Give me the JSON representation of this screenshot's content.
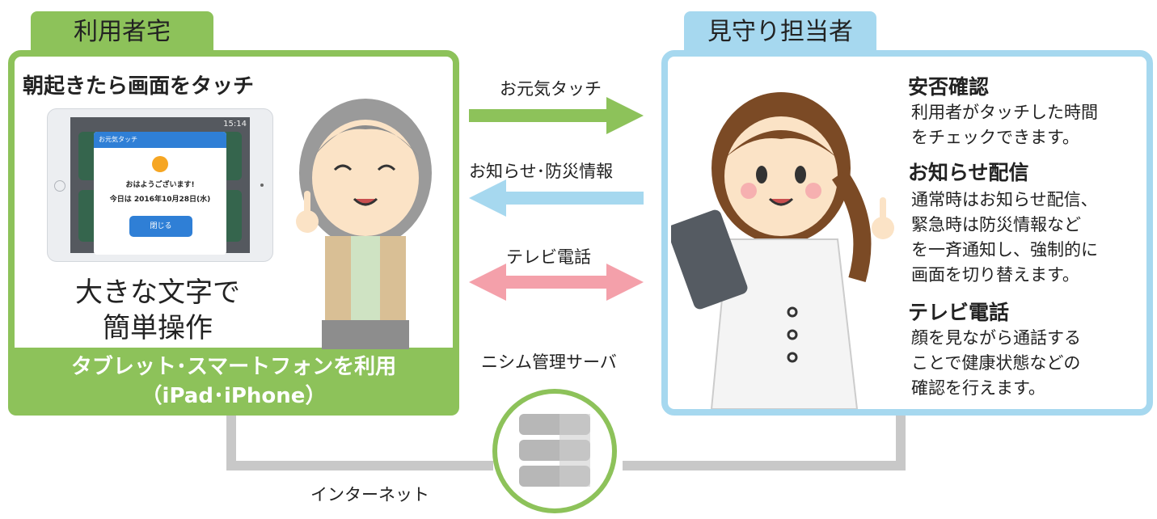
{
  "left_panel": {
    "tab_label": "利用者宅",
    "heading": "朝起きたら画面をタッチ",
    "tablet": {
      "dialog_title": "お元気タッチ",
      "greeting": "おはようございます!",
      "date_text": "今日は 2016年10月28日(水)",
      "close_button": "閉じる",
      "clock": "15:14"
    },
    "big_text_line1": "大きな文字で",
    "big_text_line2": "簡単操作",
    "footer_line1": "タブレット･スマートフォンを利用",
    "footer_line2": "（iPad･iPhone）"
  },
  "right_panel": {
    "tab_label": "見守り担当者",
    "features": [
      {
        "title": "安否確認",
        "lines": [
          "利用者がタッチした時間",
          "をチェックできます。"
        ]
      },
      {
        "title": "お知らせ配信",
        "lines": [
          "通常時はお知らせ配信、",
          "緊急時は防災情報など",
          "を一斉通知し、強制的に",
          "画面を切り替えます。"
        ]
      },
      {
        "title": "テレビ電話",
        "lines": [
          "顔を見ながら通話する",
          "ことで健康状態などの",
          "確認を行えます。"
        ]
      }
    ]
  },
  "arrows": [
    {
      "label": "お元気タッチ",
      "color": "#8dc25a",
      "direction": "right"
    },
    {
      "label": "お知らせ･防災情報",
      "color": "#a6d8ef",
      "direction": "left"
    },
    {
      "label": "テレビ電話",
      "color": "#f4a0aa",
      "direction": "both"
    }
  ],
  "server_label": "ニシム管理サーバ",
  "network_label": "インターネット",
  "colors": {
    "green": "#8dc25a",
    "blue": "#a6d8ef",
    "pink": "#f4a0aa",
    "gray": "#c8c8c8"
  }
}
